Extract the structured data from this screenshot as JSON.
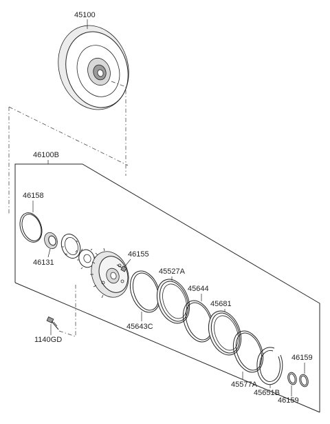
{
  "labels": {
    "torque_converter": "45100",
    "pump_assembly": "46100B",
    "o_ring_large": "46158",
    "oil_seal": "46131",
    "bolt_small": "46155",
    "pump_housing_ring": "45527A",
    "seal_ring_a": "45643C",
    "seal_ring_b": "45644",
    "seal_ring_c": "45681",
    "seal_ring_d": "45577A",
    "snap_ring": "45651B",
    "o_ring_small_top": "46159",
    "o_ring_small_bottom": "46159",
    "bolt": "1140GD"
  }
}
